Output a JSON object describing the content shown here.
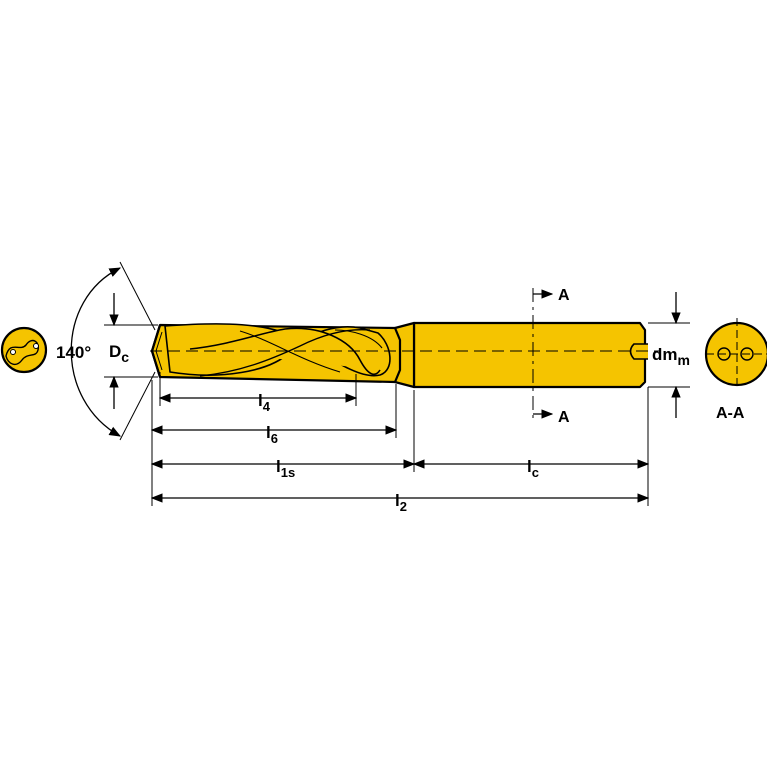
{
  "labels": {
    "angle": "140°",
    "dc_main": "D",
    "dc_sub": "c",
    "l4_main": "l",
    "l4_sub": "4",
    "l6_main": "l",
    "l6_sub": "6",
    "l1s_main": "l",
    "l1s_sub": "1s",
    "lc_main": "l",
    "lc_sub": "c",
    "l2_main": "l",
    "l2_sub": "2",
    "dmm_main": "dm",
    "dmm_sub": "m",
    "section_a_top": "A",
    "section_a_bottom": "A",
    "section_view": "A-A"
  },
  "colors": {
    "tool_yellow": "#f5c400",
    "outline": "#000000"
  }
}
